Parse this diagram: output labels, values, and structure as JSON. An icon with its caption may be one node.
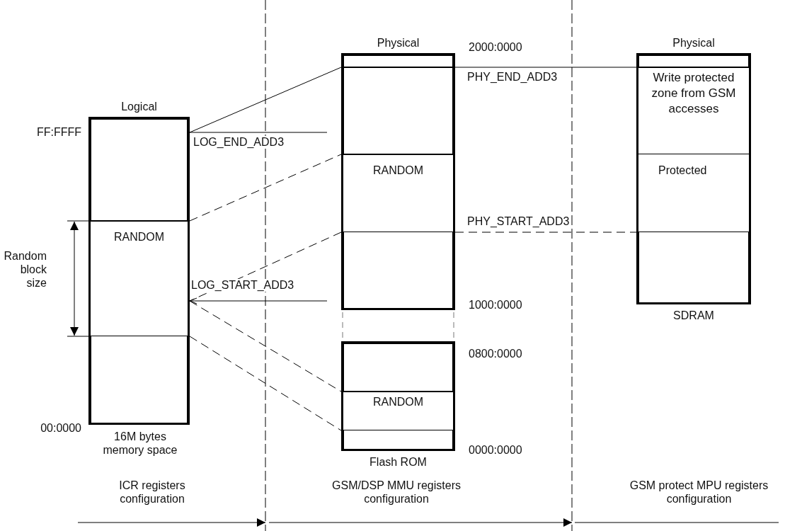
{
  "diagram": {
    "nodes": [
      {
        "text": [
          "Logical"
        ],
        "beside": [
          "FF:FFFF",
          "00:0000",
          "16M bytes memory space"
        ]
      },
      {
        "text": [],
        "shape": "box",
        "in": 0
      },
      {
        "text": [
          "RANDOM"
        ],
        "in": 0
      },
      {
        "text": [],
        "shape": "box",
        "in": 0
      },
      {
        "text": [
          "Physical"
        ],
        "beside": [
          "2000:0000",
          "1000:0000"
        ]
      },
      {
        "text": [],
        "shape": "box",
        "in": 4
      },
      {
        "text": [],
        "shape": "box",
        "in": 4
      },
      {
        "text": [
          "RANDOM"
        ],
        "in": 4
      },
      {
        "text": [],
        "shape": "box",
        "in": 4
      },
      {
        "text": [
          "Flash ROM"
        ],
        "beside": [
          "0800:0000",
          "0000:0000"
        ]
      },
      {
        "text": [],
        "shape": "box",
        "in": 9
      },
      {
        "text": [
          "RANDOM"
        ],
        "in": 9
      },
      {
        "text": [],
        "shape": "box",
        "in": 9
      },
      {
        "text": [
          "Physical",
          "SDRAM"
        ]
      },
      {
        "text": [],
        "shape": "box",
        "in": 13
      },
      {
        "text": [
          "Write protected zone from GSM accesses"
        ],
        "in": 13
      },
      {
        "text": [
          "Protected"
        ],
        "in": 13
      },
      {
        "text": [],
        "shape": "box",
        "in": 13
      }
    ],
    "edges": [
      {
        "from": 1,
        "to": 6,
        "arrow": "none"
      },
      {
        "from": 2,
        "to": 7,
        "arrow": "none",
        "style": "dashed"
      },
      {
        "from": 8,
        "to": 2,
        "arrow": "none",
        "style": "dashed"
      },
      {
        "from": null,
        "to": 2,
        "arrow": "to",
        "label": "LOG_START_ADD3"
      },
      {
        "from": 1,
        "to": null,
        "arrow": "none",
        "label": "LOG_END_ADD3"
      },
      {
        "from": 2,
        "to": 11,
        "arrow": "none",
        "style": "dashed"
      },
      {
        "from": 3,
        "to": 12,
        "arrow": "none",
        "style": "dashed"
      },
      {
        "from": 6,
        "to": 15,
        "arrow": "none",
        "label": "PHY_END_ADD3"
      },
      {
        "from": 8,
        "to": 17,
        "arrow": "none",
        "style": "dashed",
        "label": "PHY_START_ADD3"
      }
    ],
    "labels": [
      "Random block size",
      "ICR registers configuration",
      "GSM/DSP MMU registers configuration",
      "GSM protect MPU registers configuration"
    ]
  }
}
